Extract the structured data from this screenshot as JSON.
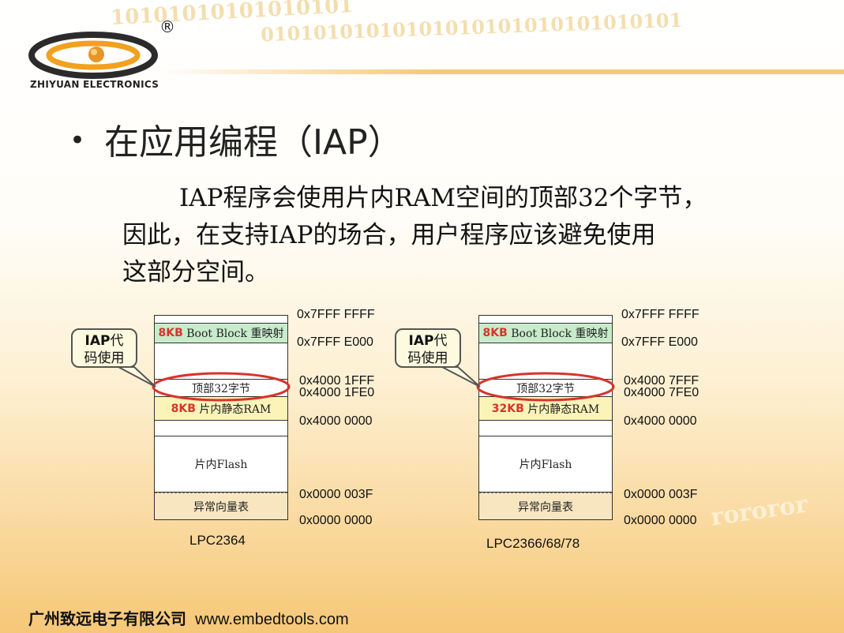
{
  "logo": {
    "company": "ZHIYUAN ELECTRONICS",
    "registered": "®"
  },
  "decor": {
    "binary1": "10101010101010101",
    "binary2": "01010101010101010101010101010101",
    "binary3": "rororor"
  },
  "slide": {
    "bullet": "•",
    "title": "在应用编程（IAP）",
    "paragraph_line1": "IAP程序会使用片内RAM空间的顶部32个字节，",
    "paragraph_line2": "因此，在支持IAP的场合，用户程序应该避免使用",
    "paragraph_line3": "这部分空间。"
  },
  "diagrams": [
    {
      "chip": "LPC2364",
      "callout": {
        "line1_bold": "IAP",
        "line1_rest": "代",
        "line2": "码使用"
      },
      "boot_block": {
        "size": "8KB",
        "label": "Boot Block 重映射"
      },
      "top32": "顶部32字节",
      "ram": {
        "size": "8KB",
        "label": "片内静态RAM"
      },
      "flash": "片内Flash",
      "vectors": "异常向量表",
      "addr_top": "0x7FFF FFFF",
      "addr_boot": "0x7FFF E000",
      "addr_ram_end": "0x4000 1FFF",
      "addr_iap": "0x4000 1FE0",
      "addr_ram_start": "0x4000 0000",
      "addr_vec_end": "0x0000 003F",
      "addr_zero": "0x0000 0000"
    },
    {
      "chip": "LPC2366/68/78",
      "callout": {
        "line1_bold": "IAP",
        "line1_rest": "代",
        "line2": "码使用"
      },
      "boot_block": {
        "size": "8KB",
        "label": "Boot Block 重映射"
      },
      "top32": "顶部32字节",
      "ram": {
        "size": "32KB",
        "label": "片内静态RAM"
      },
      "flash": "片内Flash",
      "vectors": "异常向量表",
      "addr_top": "0x7FFF FFFF",
      "addr_boot": "0x7FFF E000",
      "addr_ram_end": "0x4000 7FFF",
      "addr_iap": "0x4000 7FE0",
      "addr_ram_start": "0x4000 0000",
      "addr_vec_end": "0x0000 003F",
      "addr_zero": "0x0000 0000"
    }
  ],
  "footer": {
    "company": "广州致远电子有限公司",
    "url": "www.embedtools.com"
  },
  "colors": {
    "accent_red": "#d8332b",
    "boot_green": "#c8eccb",
    "ram_yellow": "#fbf3b8",
    "callout_bg": "#fdfadf"
  }
}
